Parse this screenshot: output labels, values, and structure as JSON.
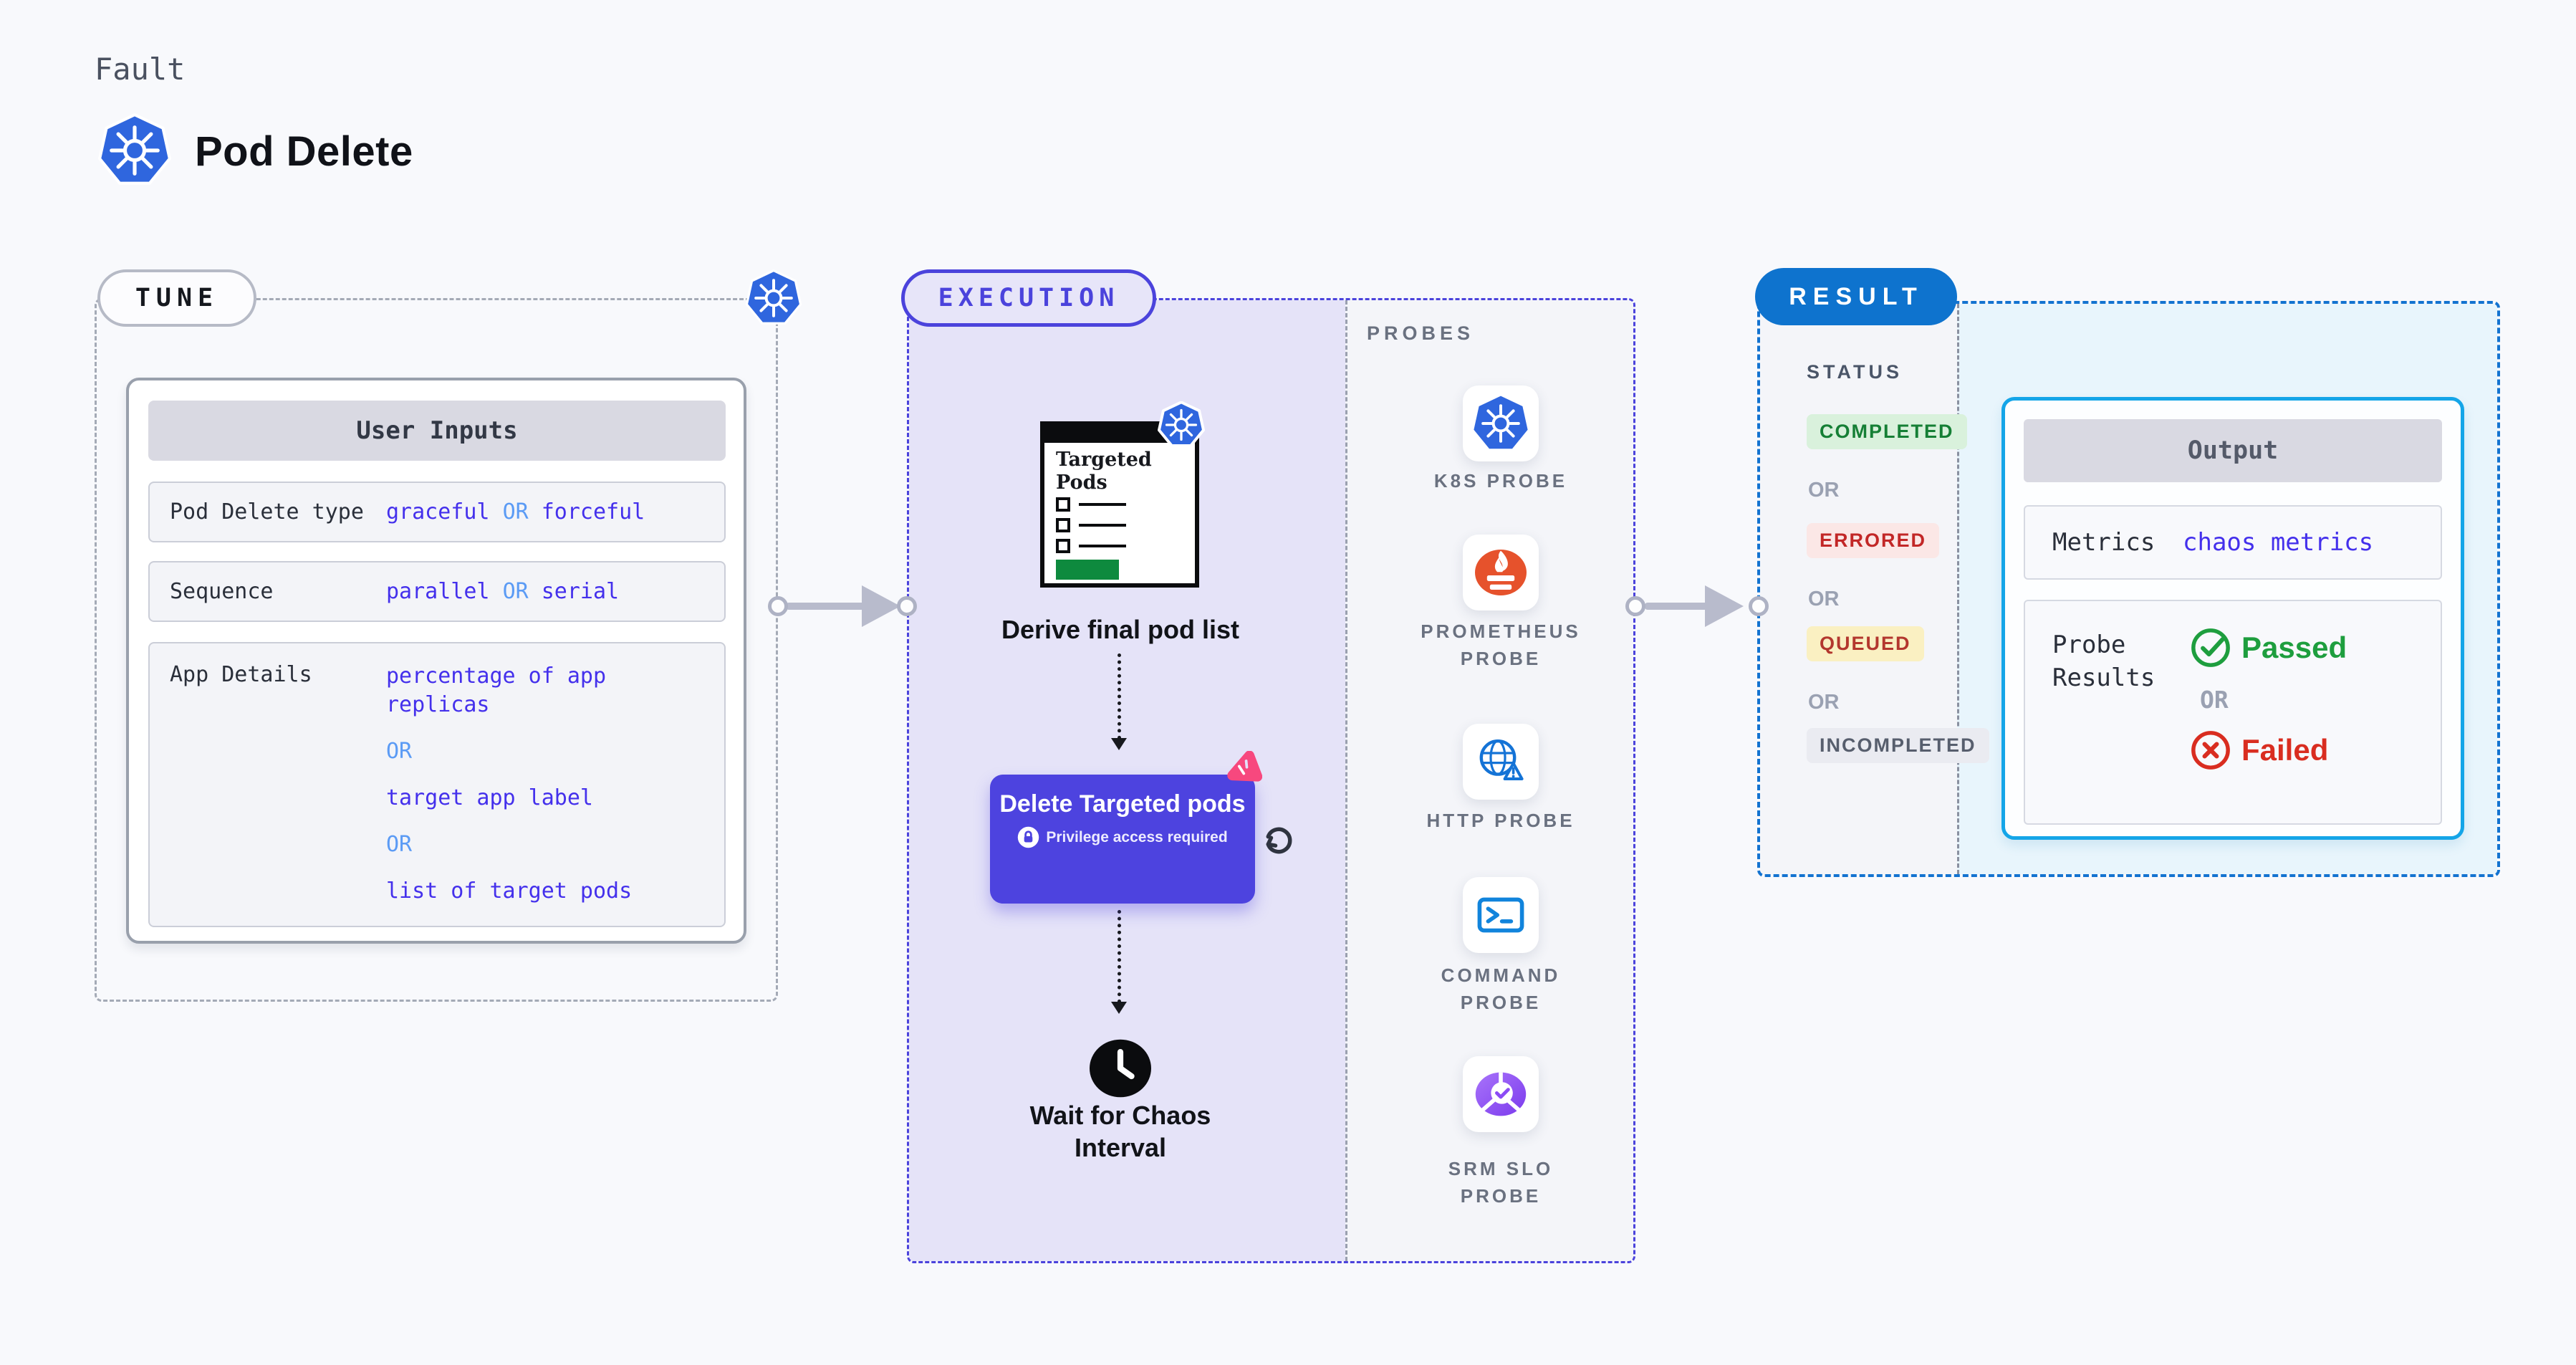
{
  "header": {
    "eyebrow": "Fault",
    "title": "Pod Delete"
  },
  "tune": {
    "pill": "TUNE",
    "user_inputs": {
      "title": "User Inputs",
      "rows": [
        {
          "label": "Pod Delete type",
          "value_a": "graceful",
          "or": "OR",
          "value_b": "forceful"
        },
        {
          "label": "Sequence",
          "value_a": "parallel",
          "or": "OR",
          "value_b": "serial"
        },
        {
          "label": "App Details",
          "options": [
            "percentage of app replicas",
            "OR",
            "target app label",
            "OR",
            "list of target pods"
          ]
        }
      ]
    }
  },
  "execution": {
    "pill": "EXECUTION",
    "targeted_pods_label": "Targeted Pods",
    "derive_label": "Derive final pod list",
    "delete_card": {
      "title": "Delete Targeted pods",
      "privilege": "Privilege access required"
    },
    "wait_label": "Wait for Chaos Interval"
  },
  "probes": {
    "heading": "PROBES",
    "items": [
      {
        "name": "K8S PROBE",
        "icon": "kubernetes-icon"
      },
      {
        "name": "PROMETHEUS PROBE",
        "icon": "prometheus-icon"
      },
      {
        "name": "HTTP PROBE",
        "icon": "globe-warning-icon"
      },
      {
        "name": "COMMAND PROBE",
        "icon": "terminal-icon"
      },
      {
        "name": "SRM SLO PROBE",
        "icon": "slo-pie-check-icon"
      }
    ]
  },
  "result": {
    "pill": "RESULT",
    "status_heading": "STATUS",
    "statuses": [
      "COMPLETED",
      "ERRORED",
      "QUEUED",
      "INCOMPLETED"
    ],
    "or": "OR",
    "output": {
      "title": "Output",
      "metrics_label": "Metrics",
      "metrics_value": "chaos metrics",
      "probe_results_label": "Probe Results",
      "passed": "Passed",
      "or": "OR",
      "failed": "Failed"
    }
  },
  "colors": {
    "background": "#F8F9FC",
    "accent_indigo": "#4B43DC",
    "accent_blue": "#0E73CE",
    "cyan_border": "#14A5E8",
    "value_indigo": "#4430EC",
    "or_blue": "#5B9BF5",
    "green": "#1E9E3E",
    "red": "#D92D20",
    "queued_yellow": "#FAF0C2",
    "pink": "#F7487E",
    "prometheus_orange": "#E6522C",
    "k8s_blue": "#2F66DE",
    "lavender_panel": "#E5E3F8",
    "lightblue_panel": "#E8F5FC"
  }
}
